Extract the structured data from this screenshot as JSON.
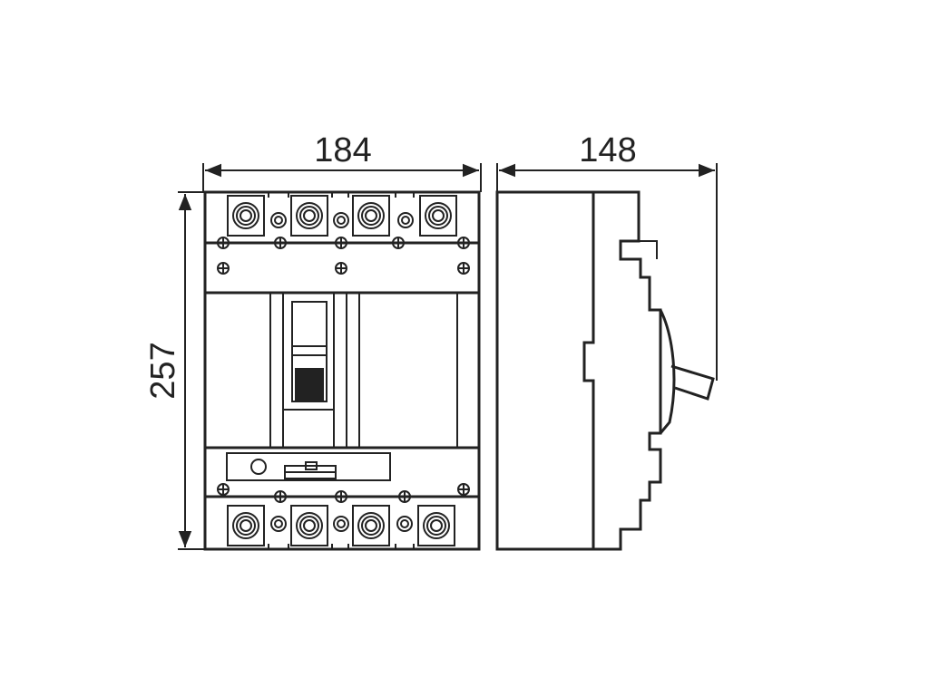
{
  "dimensions": {
    "width": "184",
    "depth": "148",
    "height": "257"
  },
  "colors": {
    "line": "#222222",
    "background": "#ffffff"
  }
}
